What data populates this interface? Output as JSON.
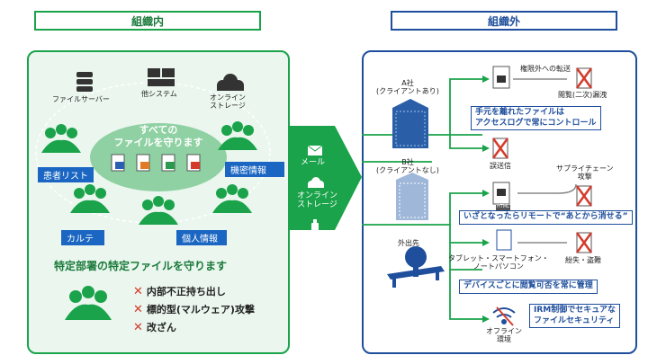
{
  "header": {
    "inside": "組織内",
    "outside": "組織外"
  },
  "inside": {
    "systems": [
      {
        "label": "ファイルサーバー"
      },
      {
        "label": "他システム"
      },
      {
        "label": "オンライン\nストレージ"
      }
    ],
    "protect_title": "すべての\nファイルを守ります",
    "tags": [
      "患者リスト",
      "機密情報",
      "カルテ",
      "個人情報"
    ],
    "dept_heading": "特定部署の特定ファイルを守ります",
    "risks": [
      "内部不正持ち出し",
      "標的型(マルウェア)攻撃",
      "改ざん"
    ]
  },
  "channels": [
    "メール",
    "オンライン\nストレージ",
    "USB"
  ],
  "outside": {
    "company_a": "A社\n(クライアントあり)",
    "company_b": "B社\n(クライアントなし)",
    "external": "外出先",
    "unauthorized_transfer": "権限外への転送",
    "leak_label": "閲覧(二次)漏洩",
    "control_box": "手元を離れたファイルは\nアクセスログで常にコントロール",
    "missend": "誤送信",
    "supply_chain": "サプライチェーン\n攻撃",
    "remote_erase_box": "いざとなったらリモートで“あとから消せる”",
    "devices": "タブレット・スマートフォン・\nノートパソコン",
    "loss_theft": "紛失・盗難",
    "device_box": "デバイスごとに閲覧可否を常に管理",
    "offline": "オフライン\n環境",
    "irm_box": "IRM制御でセキュアな\nファイルセキュリティ",
    "html_tag": "HTML"
  },
  "colors": {
    "green": "#1aa34a",
    "dark_green": "#1a7a3a",
    "navy": "#1e4e9c",
    "tag_blue": "#1a66c2",
    "red": "#d63a2a",
    "panel_green": "#eaf6ee"
  }
}
